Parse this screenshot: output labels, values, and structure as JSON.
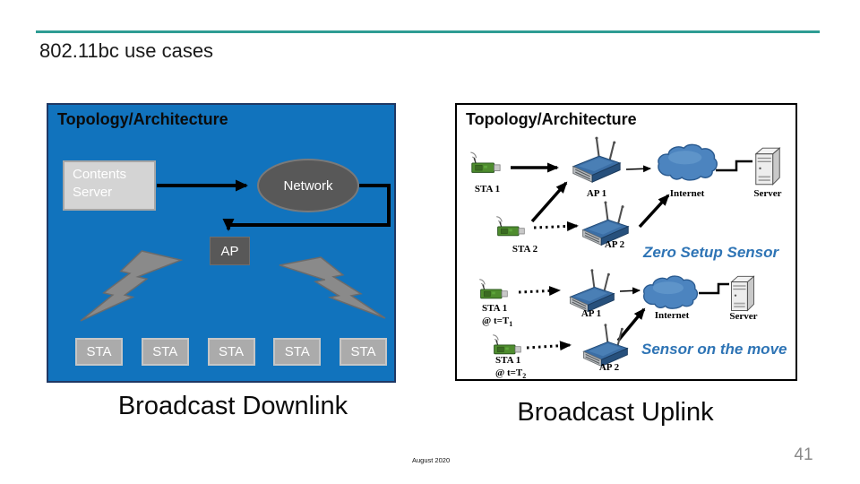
{
  "slide": {
    "title": "802.11bc use cases",
    "footer_date": "August 2020",
    "page_number": "41"
  },
  "colors": {
    "accent_teal": "#2E9C93",
    "panel_blue": "#1173BD",
    "note_blue": "#2E74B5",
    "shape_dark_gray": "#585858",
    "contents_box_gray": "#D4D4D4",
    "sta_box_gray": "#ABABAB",
    "cloud_blue": "#4C84BF"
  },
  "left_panel": {
    "title": "Topology/Architecture",
    "contents_server_label": "Contents Server",
    "network_label": "Network",
    "ap_label": "AP",
    "sta_boxes": [
      "STA",
      "STA",
      "STA",
      "STA",
      "STA"
    ],
    "caption": "Broadcast Downlink"
  },
  "right_panel": {
    "title": "Topology/Architecture",
    "caption": "Broadcast Uplink",
    "row1": {
      "sta_label": "STA 1",
      "ap_label": "AP 1",
      "internet_label": "Internet",
      "server_label": "Server"
    },
    "row2": {
      "sta_label": "STA 2",
      "ap_label": "AP 2",
      "note": "Zero Setup Sensor"
    },
    "row3": {
      "sta_label": "STA 1",
      "time_label": "@ t=T",
      "time_sub": "1",
      "ap_label": "AP 1",
      "internet_label": "Internet",
      "server_label": "Server"
    },
    "row4": {
      "sta_label": "STA 1",
      "time_label": "@ t=T",
      "time_sub": "2",
      "ap_label": "AP 2",
      "note": "Sensor on the move"
    }
  }
}
